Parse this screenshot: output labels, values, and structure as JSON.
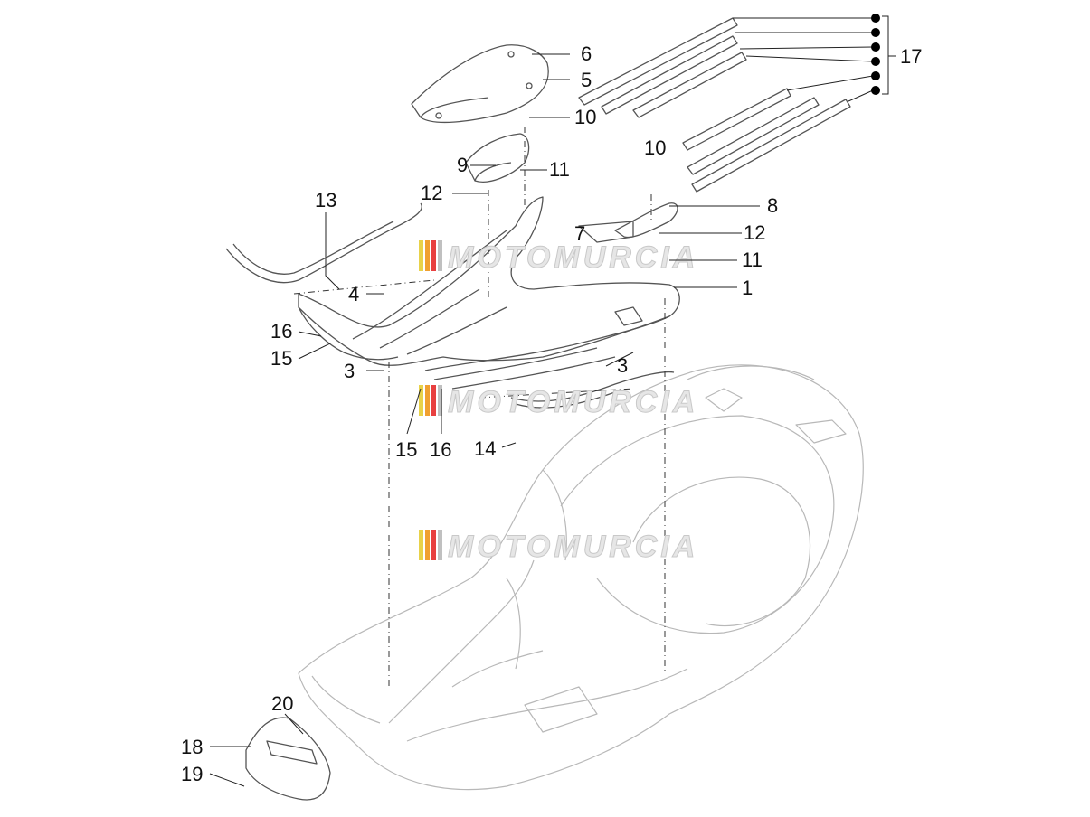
{
  "watermark": {
    "text": "MOTOMURCIA",
    "stripe_colors": [
      "#e8d24a",
      "#f0a030",
      "#e84040",
      "#c0c0c0"
    ]
  },
  "labels": {
    "l1": "1",
    "l3a": "3",
    "l3b": "3",
    "l4": "4",
    "l5": "5",
    "l6": "6",
    "l7": "7",
    "l8": "8",
    "l9": "9",
    "l10a": "10",
    "l10b": "10",
    "l11a": "11",
    "l11b": "11",
    "l12a": "12",
    "l12b": "12",
    "l13": "13",
    "l14": "14",
    "l15a": "15",
    "l15b": "15",
    "l16a": "16",
    "l16b": "16",
    "l17": "17",
    "l18": "18",
    "l19": "19",
    "l20": "20"
  }
}
